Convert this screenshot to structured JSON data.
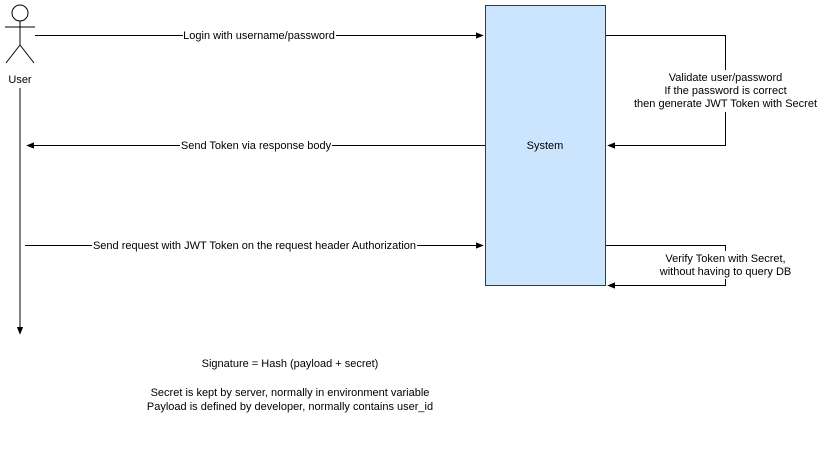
{
  "actor": {
    "label": "User"
  },
  "system": {
    "label": "System",
    "fill_color": "#cce5ff",
    "stroke_color": "#36393d"
  },
  "messages": {
    "login": "Login with username/password",
    "send_token": "Send Token via response body",
    "send_request": "Send request with JWT Token on the request header Authorization"
  },
  "self_calls": {
    "validate": {
      "line1": "Validate user/password",
      "line2": "If the password is correct",
      "line3": "then generate JWT Token with Secret"
    },
    "verify": {
      "line1": "Verify Token with Secret,",
      "line2": "without having to query DB"
    }
  },
  "notes": {
    "signature": "Signature = Hash (payload + secret)",
    "secret": "Secret is kept by server, normally in environment variable",
    "payload": "Payload is defined by developer, normally contains user_id"
  }
}
